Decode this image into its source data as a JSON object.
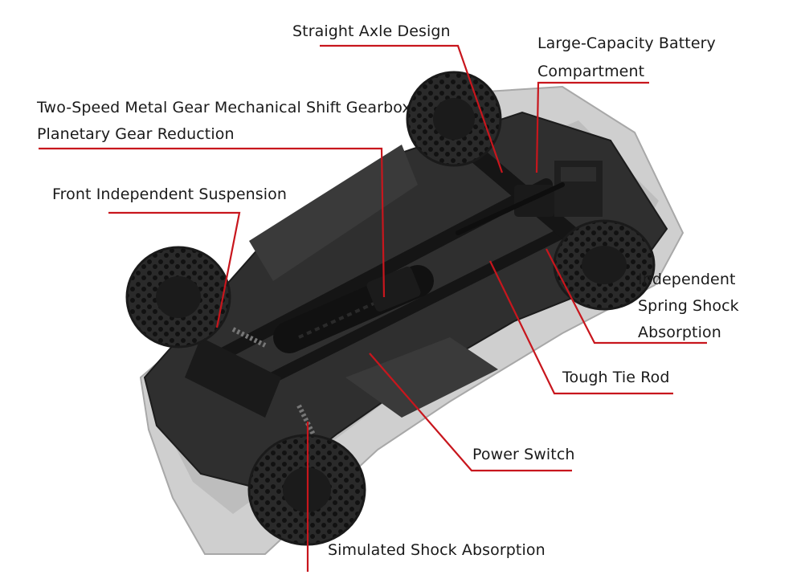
{
  "labels": {
    "straight_axle": "Straight Axle Design",
    "battery_line1": "Large-Capacity Battery",
    "battery_line2": "Compartment",
    "gearbox_line1": "Two-Speed Metal Gear Mechanical Shift Gearbox",
    "gearbox_line2": "Planetary Gear Reduction",
    "front_suspension": "Front Independent Suspension",
    "spring_line1": "Independent",
    "spring_line2": "Spring Shock",
    "spring_line3": "Absorption",
    "tie_rod": "Tough Tie Rod",
    "power_switch": "Power Switch",
    "simulated_shock": "Simulated Shock Absorption"
  },
  "colors": {
    "leader_line": "#c8161d",
    "tire": "#262626",
    "chassis": "#2b2b2b",
    "body_shell": "#d9d9d9"
  }
}
